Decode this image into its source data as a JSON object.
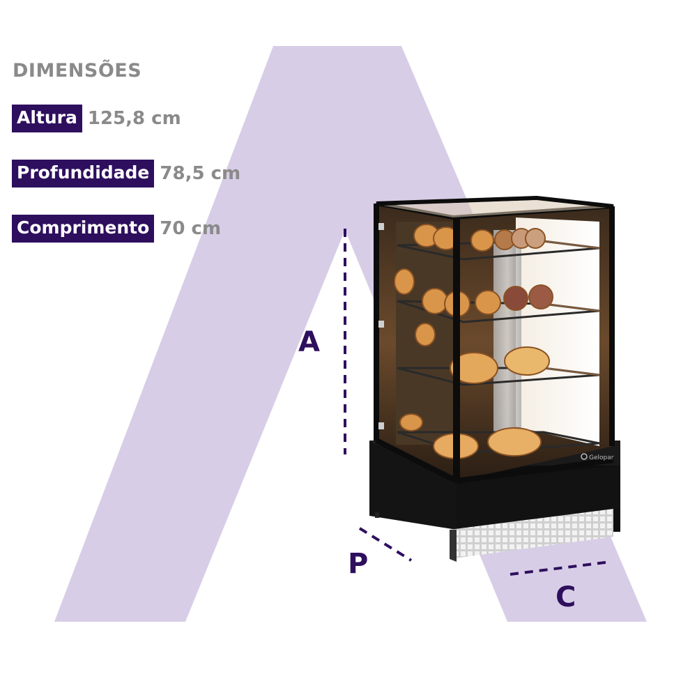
{
  "title": "DIMENSÕES",
  "dimensions": [
    {
      "label": "Altura",
      "value": "125,8 cm"
    },
    {
      "label": "Profundidade",
      "value": "78,5 cm"
    },
    {
      "label": "Comprimento",
      "value": "70 cm"
    }
  ],
  "axis_letters": {
    "height": "A",
    "depth": "P",
    "width": "C"
  },
  "product_brand": "Gelopar",
  "colors": {
    "brand_purple": "#2e0f5e",
    "logo_lavender": "#d8cde6",
    "text_gray": "#8a8a8a"
  }
}
